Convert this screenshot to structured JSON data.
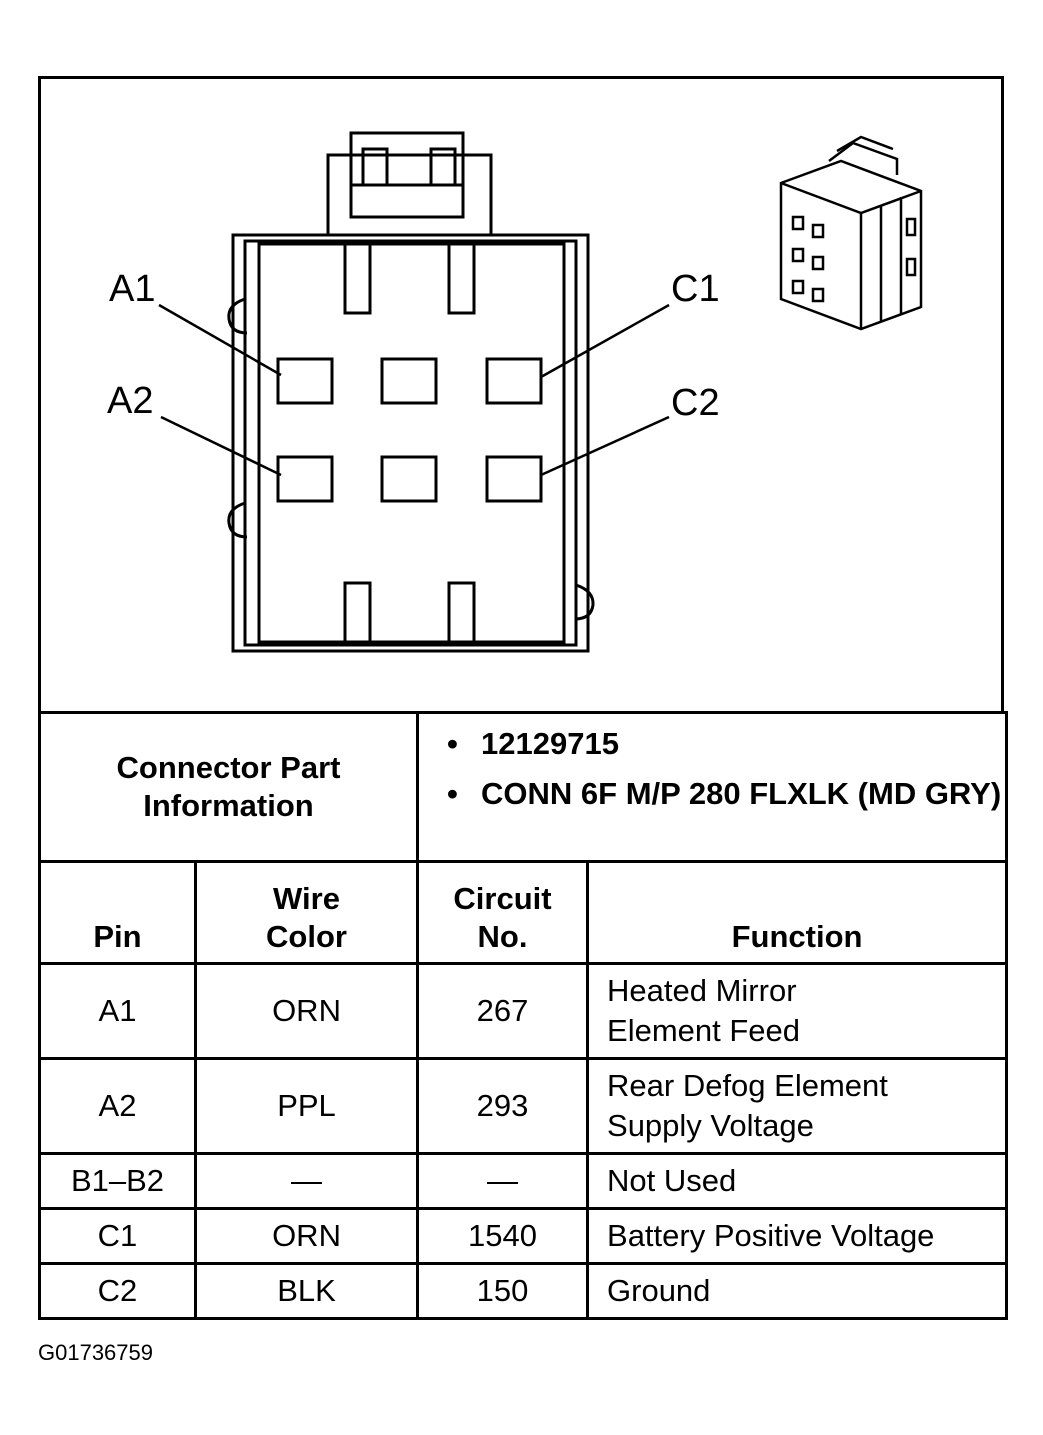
{
  "diagram": {
    "pin_labels": {
      "a1": "A1",
      "a2": "A2",
      "c1": "C1",
      "c2": "C2"
    }
  },
  "connector_info": {
    "label_line1": "Connector Part",
    "label_line2": "Information",
    "items": [
      "12129715",
      "CONN 6F M/P 280 FLXLK (MD GRY)"
    ]
  },
  "table": {
    "headers": {
      "pin": "Pin",
      "wire_color_line1": "Wire",
      "wire_color_line2": "Color",
      "circuit_line1": "Circuit",
      "circuit_line2": "No.",
      "function": "Function"
    },
    "rows": [
      {
        "pin": "A1",
        "wire_color": "ORN",
        "circuit": "267",
        "function_line1": "Heated Mirror",
        "function_line2": "Element Feed"
      },
      {
        "pin": "A2",
        "wire_color": "PPL",
        "circuit": "293",
        "function_line1": "Rear Defog Element",
        "function_line2": "Supply Voltage"
      },
      {
        "pin": "B1–B2",
        "wire_color": "—",
        "circuit": "—",
        "function_line1": "Not Used",
        "function_line2": ""
      },
      {
        "pin": "C1",
        "wire_color": "ORN",
        "circuit": "1540",
        "function_line1": "Battery Positive Voltage",
        "function_line2": ""
      },
      {
        "pin": "C2",
        "wire_color": "BLK",
        "circuit": "150",
        "function_line1": "Ground",
        "function_line2": ""
      }
    ]
  },
  "figure_id": "G01736759"
}
